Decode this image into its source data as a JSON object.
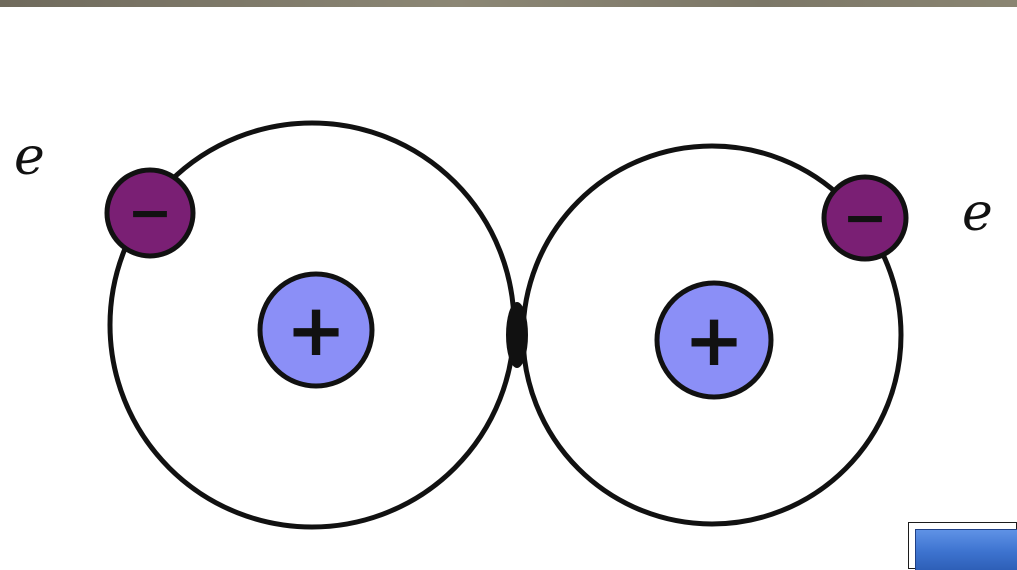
{
  "diagram": {
    "type": "covalent-bond-atoms",
    "colors": {
      "background": "#ffffff",
      "orbit_stroke": "#111111",
      "electron_fill": "#7a1f74",
      "nucleus_fill": "#8b8ff7",
      "top_strip": "#7f7a68",
      "corner_widget": "#4f84df"
    },
    "labels": {
      "left_electron_symbol": "e",
      "right_electron_symbol": "e",
      "electron_sign": "−",
      "nucleus_sign": "+"
    }
  }
}
